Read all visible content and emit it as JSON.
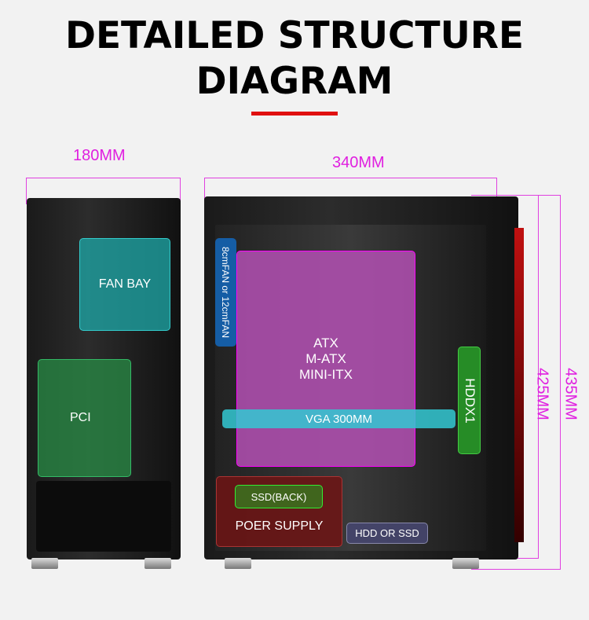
{
  "title": {
    "line1": "DETAILED STRUCTURE",
    "line2": "DIAGRAM"
  },
  "colors": {
    "accent": "#e01010",
    "dimension": "#e020e0"
  },
  "dimensions": {
    "width": "180MM",
    "length": "340MM",
    "height_inner": "425MM",
    "height_outer": "435MM"
  },
  "labels": {
    "fan_bay": "FAN BAY",
    "pci": "PCI",
    "front_fan": "8cmFAN or 12cmFAN",
    "motherboard": [
      "ATX",
      "M-ATX",
      "MINI-ITX"
    ],
    "vga": "VGA 300MM",
    "hdd": "HDDX1",
    "psu": "POER SUPPLY",
    "ssd_back": "SSD(BACK)",
    "hdd_ssd": "HDD OR SSD"
  }
}
